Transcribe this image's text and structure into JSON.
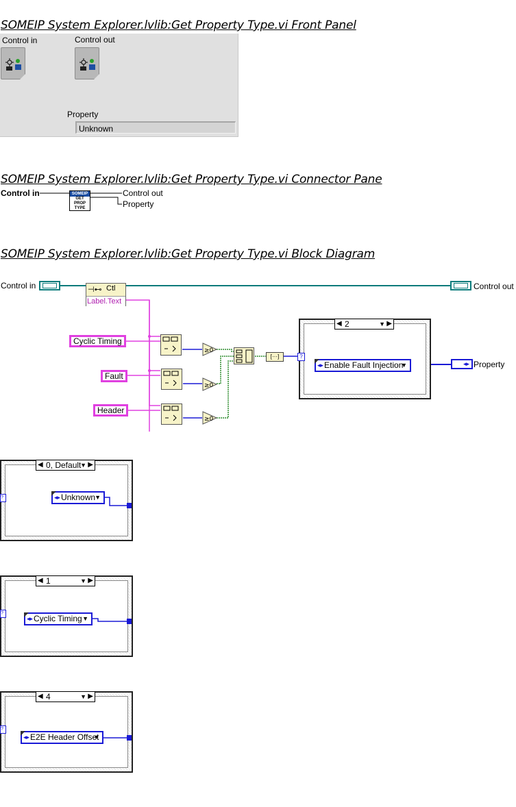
{
  "front_panel": {
    "title": "SOMEIP System Explorer.lvlib:Get Property Type.vi Front Panel",
    "control_in_label": "Control in",
    "control_out_label": "Control out",
    "property_label": "Property",
    "property_value": "Unknown"
  },
  "connector_pane": {
    "title": "SOMEIP System Explorer.lvlib:Get Property Type.vi Connector Pane",
    "input_label": "Control in",
    "output_label_1": "Control out",
    "output_label_2": "Property",
    "icon_header": "SOMEIP",
    "icon_text_1": "GET",
    "icon_text_2": "PROP",
    "icon_text_3": "TYPE"
  },
  "block_diagram": {
    "title": "SOMEIP System Explorer.lvlib:Get Property Type.vi Block Diagram",
    "control_in_label": "Control in",
    "control_out_label": "Control out",
    "property_label": "Property",
    "property_node_class": "Ctl",
    "property_node_prop": "Label.Text",
    "string_constants": [
      "Cyclic Timing",
      "Fault",
      "Header"
    ],
    "compare_label": "≥0",
    "main_case_selector": "2",
    "main_case_enum": "Enable Fault Injection",
    "cases": [
      {
        "selector": "0, Default",
        "enum_value": "Unknown"
      },
      {
        "selector": "1",
        "enum_value": "Cyclic Timing"
      },
      {
        "selector": "4",
        "enum_value": "E2E Header Offset"
      }
    ]
  }
}
